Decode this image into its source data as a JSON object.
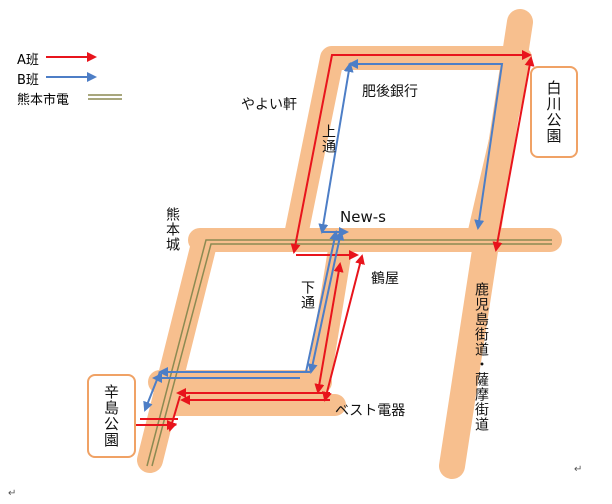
{
  "legend": {
    "a_team": "A班",
    "b_team": "B班",
    "tram": "熊本市電"
  },
  "colors": {
    "a_route": "#e8141c",
    "b_route": "#4d7ec6",
    "road": "#f7bf8e",
    "tram": "#8c8a52",
    "park_border": "#f0a265"
  },
  "labels": {
    "yayoiken": "やよい軒",
    "higo_bank": "肥後銀行",
    "kamitori": "上通",
    "news": "New-s",
    "kumamoto_castle": "熊本城",
    "tsuruya": "鶴屋",
    "shimotori": "下通",
    "best_denki": "ベスト電器",
    "kagoshima_kaido": "鹿児島街道・薩摩街道",
    "shirakawa_park": "白川公園",
    "karashima_park": "辛島公園"
  },
  "marks": {
    "return_1": "↵",
    "return_2": "↵"
  }
}
